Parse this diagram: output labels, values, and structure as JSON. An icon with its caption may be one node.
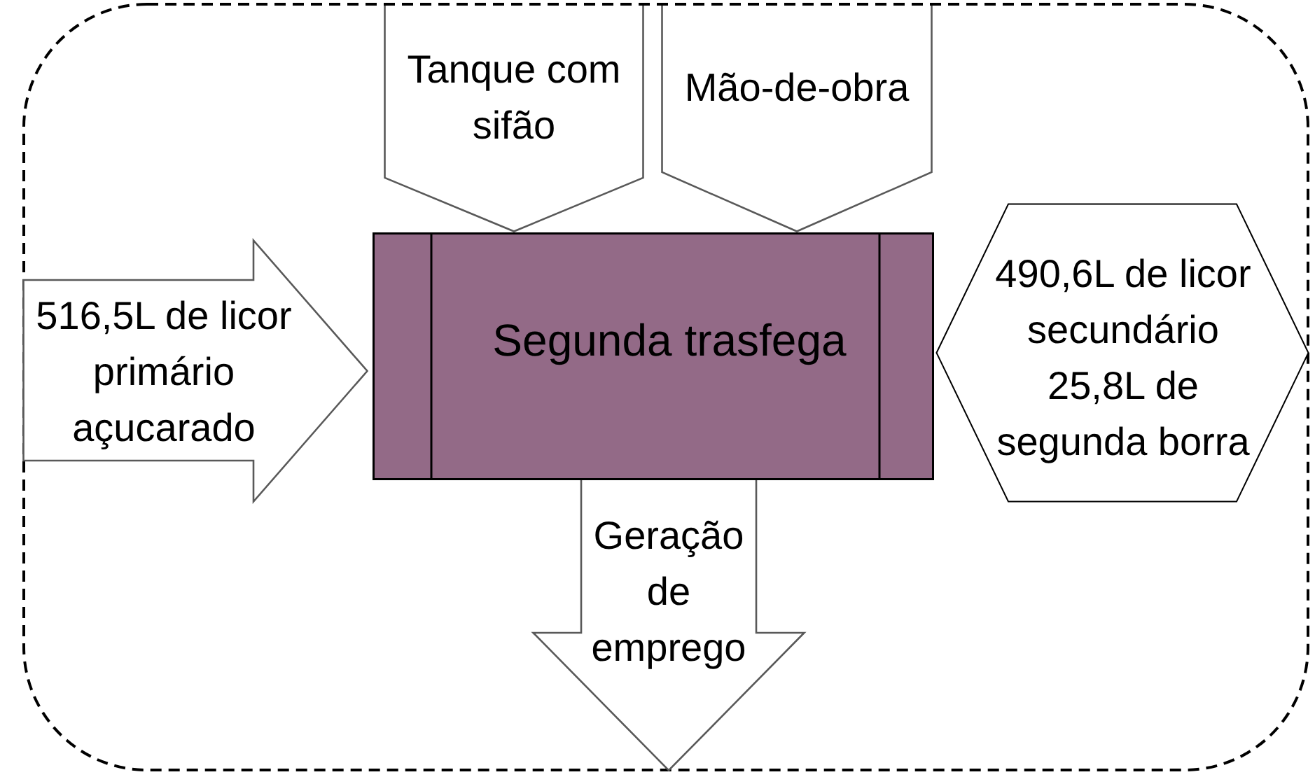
{
  "diagram": {
    "nodes": [
      {
        "text": [],
        "shape": "box"
      },
      {
        "text": [
          "Tanque com sifão"
        ],
        "in": 0
      },
      {
        "text": [
          "Mão-de-obra"
        ],
        "in": 0
      },
      {
        "text": [
          "516,5L de licor primário açucarado"
        ],
        "in": 0
      },
      {
        "text": [
          "Segunda trasfega"
        ],
        "in": 0
      },
      {
        "text": [
          "490,6L de licor secundário",
          "25,8L de segunda borra"
        ],
        "in": 0
      },
      {
        "text": [
          "Geração de emprego"
        ],
        "in": 0
      }
    ]
  }
}
